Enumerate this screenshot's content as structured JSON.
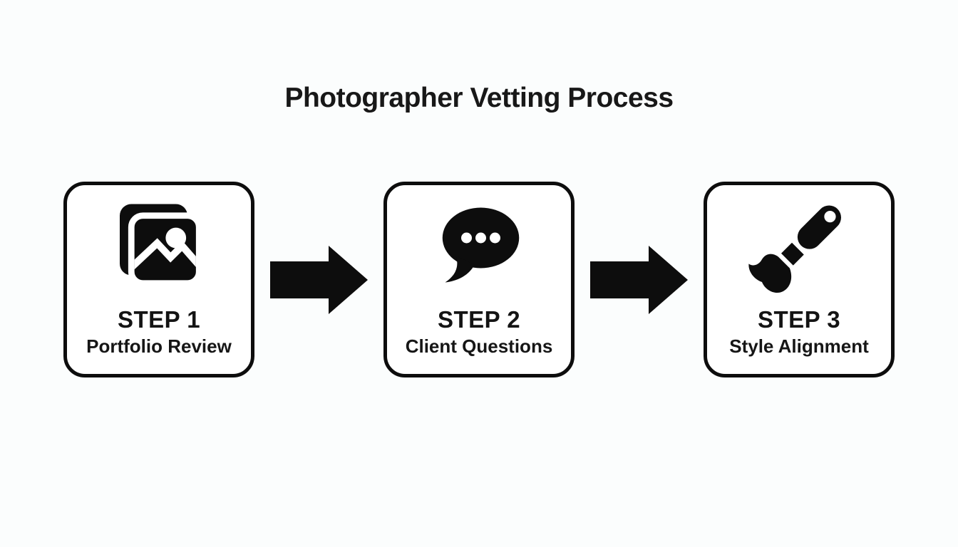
{
  "title": "Photographer Vetting Process",
  "steps": [
    {
      "step_label": "STEP 1",
      "name": "Portfolio Review",
      "icon": "photo-gallery-icon"
    },
    {
      "step_label": "STEP 2",
      "name": "Client Questions",
      "icon": "speech-bubble-icon"
    },
    {
      "step_label": "STEP 3",
      "name": "Style Alignment",
      "icon": "paintbrush-icon"
    }
  ],
  "connectors": [
    {
      "icon": "arrow-right-icon"
    },
    {
      "icon": "arrow-right-icon"
    }
  ],
  "colors": {
    "background": "#fbfdfd",
    "card_fill": "#ffffff",
    "ink": "#0d0d0d"
  }
}
